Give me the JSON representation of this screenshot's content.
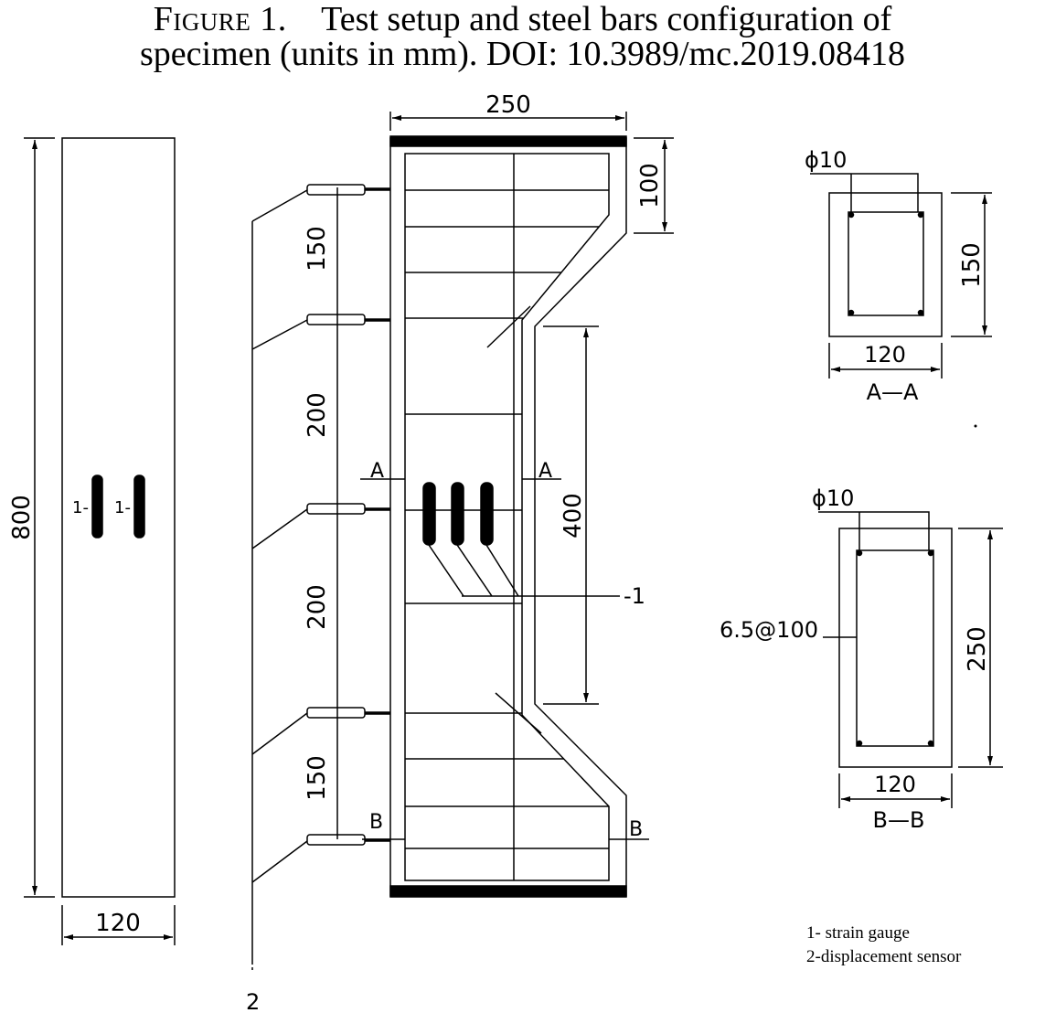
{
  "caption": {
    "figure_label": "Figure 1.",
    "line1_text": "Test setup and steel bars configuration of",
    "line2_text": "specimen (units in mm). DOI: 10.3989/mc.2019.08418"
  },
  "side_view": {
    "height_dim": "800",
    "width_dim": "120",
    "gauge_label_1": "1-",
    "gauge_label_2": "1-"
  },
  "front_view": {
    "width_dim": "250",
    "top_dim": "100",
    "middle_dim": "400",
    "sensor_spacing": [
      "150",
      "200",
      "200",
      "150"
    ],
    "section_a_left": "A",
    "section_a_right": "A",
    "section_b_left": "B",
    "section_b_right": "B",
    "gauge_callout": "-1",
    "sensor_callout": "2"
  },
  "section_aa": {
    "bar_label": "ϕ10",
    "height_dim": "150",
    "width_dim": "120",
    "title": "A—A"
  },
  "section_bb": {
    "bar_label": "ϕ10",
    "stirrup_label": "6.5@100",
    "height_dim": "250",
    "width_dim": "120",
    "title": "B—B"
  },
  "legend": {
    "item1": "1- strain gauge",
    "item2": "2-displacement sensor"
  }
}
